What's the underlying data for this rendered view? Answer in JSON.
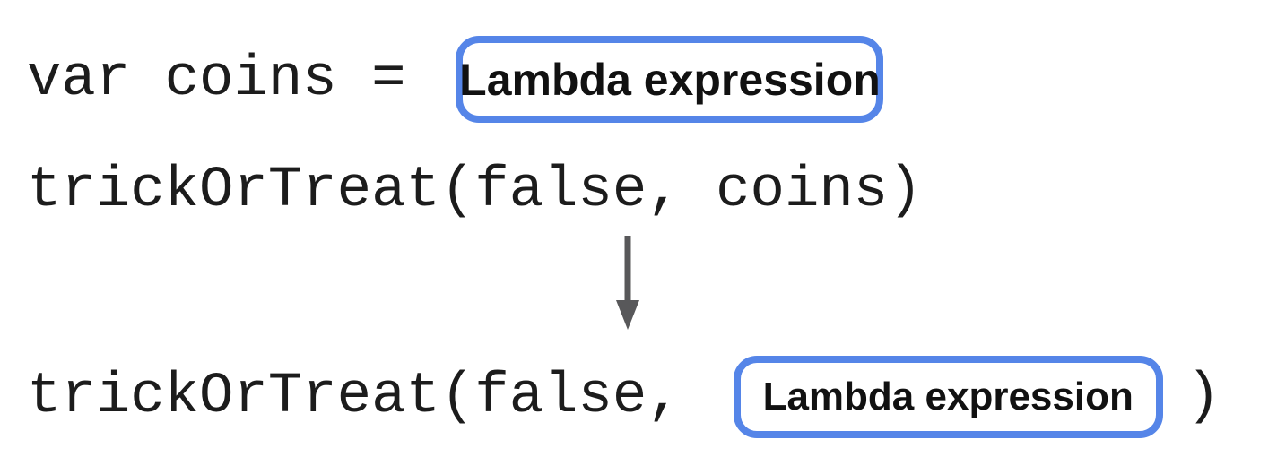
{
  "diagram": {
    "line1": {
      "code": "var coins =",
      "box_label": "Lambda expression"
    },
    "line2": {
      "code": "trickOrTreat(false, coins)"
    },
    "arrow": {
      "direction": "down",
      "color": "#58585a"
    },
    "line3": {
      "code_before": "trickOrTreat(false,",
      "box_label": "Lambda expression",
      "code_after": ")"
    },
    "colors": {
      "background": "#ffffff",
      "box_border": "#5585e8",
      "box_fill": "#ffffff",
      "code_text": "#1c1c1c",
      "label_text": "#111111"
    }
  }
}
